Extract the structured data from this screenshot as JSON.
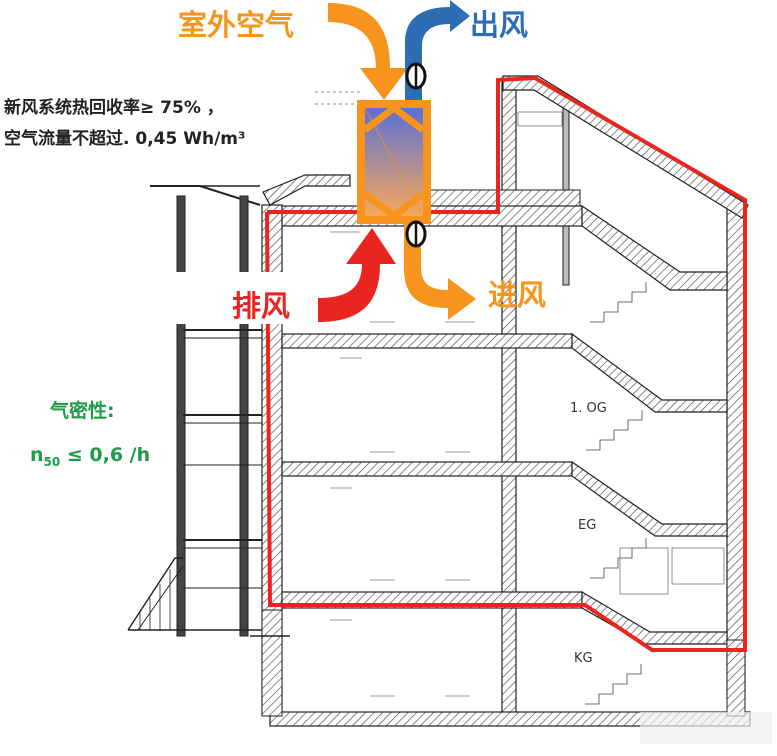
{
  "labels": {
    "outside_air": "室外空气",
    "exhaust_out": "出风",
    "extract_air": "排风",
    "supply_air": "进风",
    "info_line1": "新风系统热回收率≥ 75% ，",
    "info_line2": "空气流量不超过. 0,45 Wh/m³",
    "airtight_title": "气密性:",
    "n50_symbol": "n",
    "n50_sub": "50",
    "n50_value": " ≤ 0,6 /h"
  },
  "floors": {
    "og": "1. OG",
    "eg": "EG",
    "kg": "KG"
  },
  "colors": {
    "outside_arrow": "#f7941d",
    "exhaust_arrow": "#2e6db4",
    "extract_arrow": "#e8251f",
    "supply_arrow": "#f7941d",
    "airtight_line": "#e8251f",
    "airtight_text": "#1f9a46",
    "unit_top": "#5b6fd6",
    "unit_bottom": "#f7a85a"
  }
}
